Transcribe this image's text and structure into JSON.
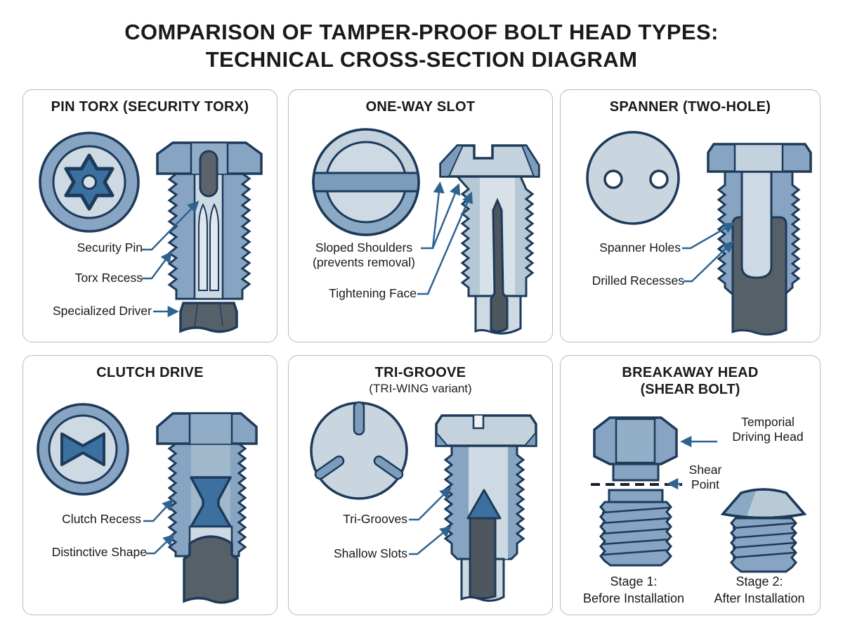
{
  "page_title": {
    "line1": "COMPARISON OF TAMPER-PROOF BOLT HEAD TYPES:",
    "line2": "TECHNICAL CROSS-SECTION DIAGRAM"
  },
  "colors": {
    "background": "#ffffff",
    "panel_border": "#a9bfd0",
    "outline": "#1d3a5a",
    "steel_mid": "#87a5c2",
    "steel_light": "#cdd9e3",
    "accent_blue": "#3b70a0",
    "driver_gray": "#566069",
    "arrow_blue": "#2e6391",
    "text": "#15181c"
  },
  "panels": {
    "pin_torx": {
      "title": "PIN TORX (SECURITY TORX)",
      "labels": {
        "security_pin": "Security Pin",
        "torx_recess": "Torx Recess",
        "specialized_driver": "Specialized Driver"
      }
    },
    "one_way_slot": {
      "title": "ONE-WAY SLOT",
      "labels": {
        "sloped_shoulders_line1": "Sloped Shoulders",
        "sloped_shoulders_line2": "(prevents removal)",
        "tightening_face": "Tightening Face"
      }
    },
    "spanner": {
      "title": "SPANNER (TWO-HOLE)",
      "labels": {
        "spanner_holes": "Spanner Holes",
        "drilled_recesses": "Drilled Recesses"
      }
    },
    "clutch_drive": {
      "title": "CLUTCH DRIVE",
      "labels": {
        "clutch_recess": "Clutch Recess",
        "distinctive_shape": "Distinctive Shape"
      }
    },
    "tri_groove": {
      "title": "TRI-GROOVE",
      "subtitle": "(TRI-WING variant)",
      "labels": {
        "tri_grooves": "Tri-Grooves",
        "shallow_slots": "Shallow Slots"
      }
    },
    "breakaway": {
      "title": "BREAKAWAY HEAD",
      "subtitle": "(SHEAR BOLT)",
      "labels": {
        "driving_head_line1": "Temporial",
        "driving_head_line2": "Driving Head",
        "shear_point_line1": "Shear",
        "shear_point_line2": "Point",
        "stage1_line1": "Stage 1:",
        "stage1_line2": "Before Installation",
        "stage2_line1": "Stage 2:",
        "stage2_line2": "After Installation"
      }
    }
  }
}
